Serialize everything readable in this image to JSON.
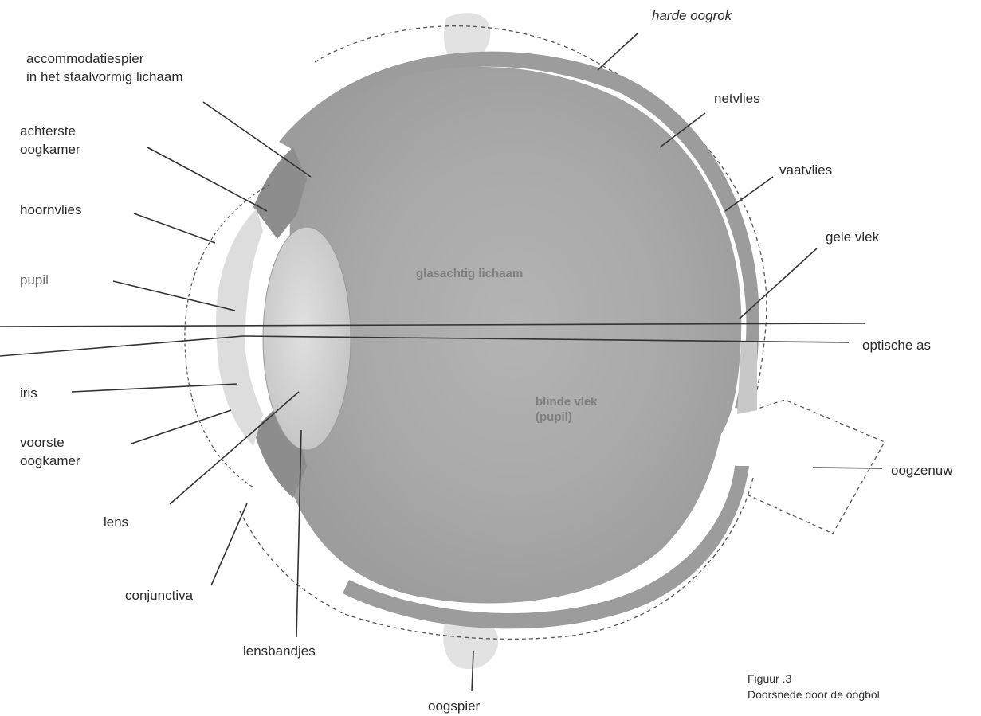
{
  "labels": {
    "accommodation_muscle_line1": "accommodatiespier",
    "accommodation_muscle_line2": "in het staalvormig lichaam",
    "posterior_chamber_line1": "achterste",
    "posterior_chamber_line2": "oogkamer",
    "cornea": "hoornvlies",
    "pupil": "pupil",
    "iris": "iris",
    "anterior_chamber_line1": "voorste",
    "anterior_chamber_line2": "oogkamer",
    "lens": "lens",
    "conjunctiva": "conjunctiva",
    "zonule_fibers": "lensbandjes",
    "eye_muscle": "oogspier",
    "sclera": "harde oogrok",
    "retina": "netvlies",
    "choroid": "vaatvlies",
    "yellow_spot": "gele vlek",
    "optical_axis": "optische as",
    "optic_nerve": "oogzenuw"
  },
  "inner_labels": {
    "vitreous_body": "glasachtig lichaam",
    "blind_spot_line1": "blinde vlek",
    "blind_spot_line2": "(pupil)"
  },
  "caption": {
    "figure": "Figuur  .3",
    "description": "Doorsnede door de oogbol"
  },
  "colors": {
    "vitreous": "#a7a7a7",
    "sclera_band": "#9c9c9c",
    "lens": "#d2d2d2",
    "iris": "#8d8d8d",
    "line": "#333333",
    "background": "#ffffff"
  }
}
